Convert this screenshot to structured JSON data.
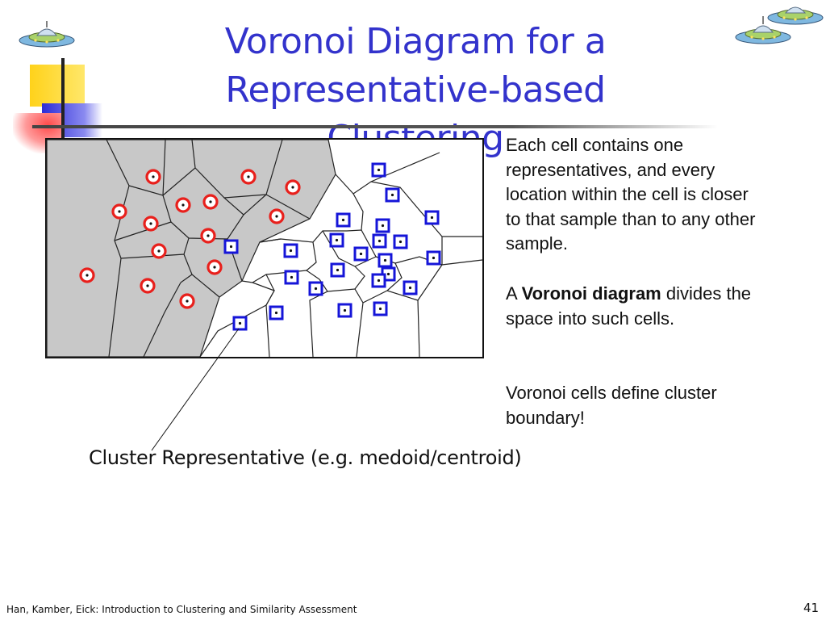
{
  "slide": {
    "title_line1": "Voronoi Diagram for a",
    "title_line2": "Representative-based Clustering",
    "paragraph1": "Each cell contains one representatives, and every location within the cell is closer to that sample than to any other sample.",
    "paragraph2_prefix": "A ",
    "paragraph2_bold": "Voronoi diagram",
    "paragraph2_suffix": " divides the space into such cells.",
    "paragraph3": "Voronoi cells define cluster boundary!",
    "caption": "Cluster Representative (e.g. medoid/centroid)",
    "footer": "Han, Kamber, Eick: Introduction to Clustering and Similarity Assessment",
    "page_number": "41"
  },
  "icons": [
    "ufo-icon",
    "ufo-icon",
    "ufo-icon"
  ],
  "colors": {
    "title": "#3333cc",
    "cluster_fill": "#c8c8c8",
    "red_marker": "#e8201c",
    "blue_marker": "#1515d8"
  }
}
